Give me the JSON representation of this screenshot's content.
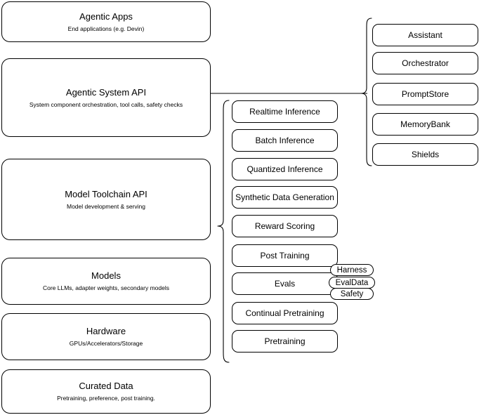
{
  "diagram": {
    "layers": [
      {
        "name": "agentic-apps",
        "title": "Agentic Apps",
        "subtitle": "End applications (e.g. Devin)"
      },
      {
        "name": "agentic-system-api",
        "title": "Agentic System API",
        "subtitle": "System component orchestration, tool calls, safety checks"
      },
      {
        "name": "model-toolchain-api",
        "title": "Model Toolchain API",
        "subtitle": "Model development & serving"
      },
      {
        "name": "models",
        "title": "Models",
        "subtitle": "Core LLMs, adapter weights, secondary models"
      },
      {
        "name": "hardware",
        "title": "Hardware",
        "subtitle": "GPUs/Accelerators/Storage"
      },
      {
        "name": "curated-data",
        "title": "Curated Data",
        "subtitle": "Pretraining, preference, post training."
      }
    ],
    "toolchain_components": [
      {
        "name": "realtime-inference",
        "label": "Realtime Inference"
      },
      {
        "name": "batch-inference",
        "label": "Batch Inference"
      },
      {
        "name": "quantized-inference",
        "label": "Quantized Inference"
      },
      {
        "name": "synthetic-data-generation",
        "label": "Synthetic Data Generation"
      },
      {
        "name": "reward-scoring",
        "label": "Reward Scoring"
      },
      {
        "name": "post-training",
        "label": "Post Training"
      },
      {
        "name": "evals",
        "label": "Evals"
      },
      {
        "name": "continual-pretraining",
        "label": "Continual Pretraining"
      },
      {
        "name": "pretraining",
        "label": "Pretraining"
      }
    ],
    "eval_tags": [
      {
        "name": "harness",
        "label": "Harness"
      },
      {
        "name": "evaldata",
        "label": "EvalData"
      },
      {
        "name": "safety",
        "label": "Safety"
      }
    ],
    "system_components": [
      {
        "name": "assistant",
        "label": "Assistant"
      },
      {
        "name": "orchestrator",
        "label": "Orchestrator"
      },
      {
        "name": "promptstore",
        "label": "PromptStore"
      },
      {
        "name": "memorybank",
        "label": "MemoryBank"
      },
      {
        "name": "shields",
        "label": "Shields"
      }
    ],
    "colors": {
      "stroke": "#000000",
      "background": "#ffffff",
      "text": "#000000"
    }
  }
}
